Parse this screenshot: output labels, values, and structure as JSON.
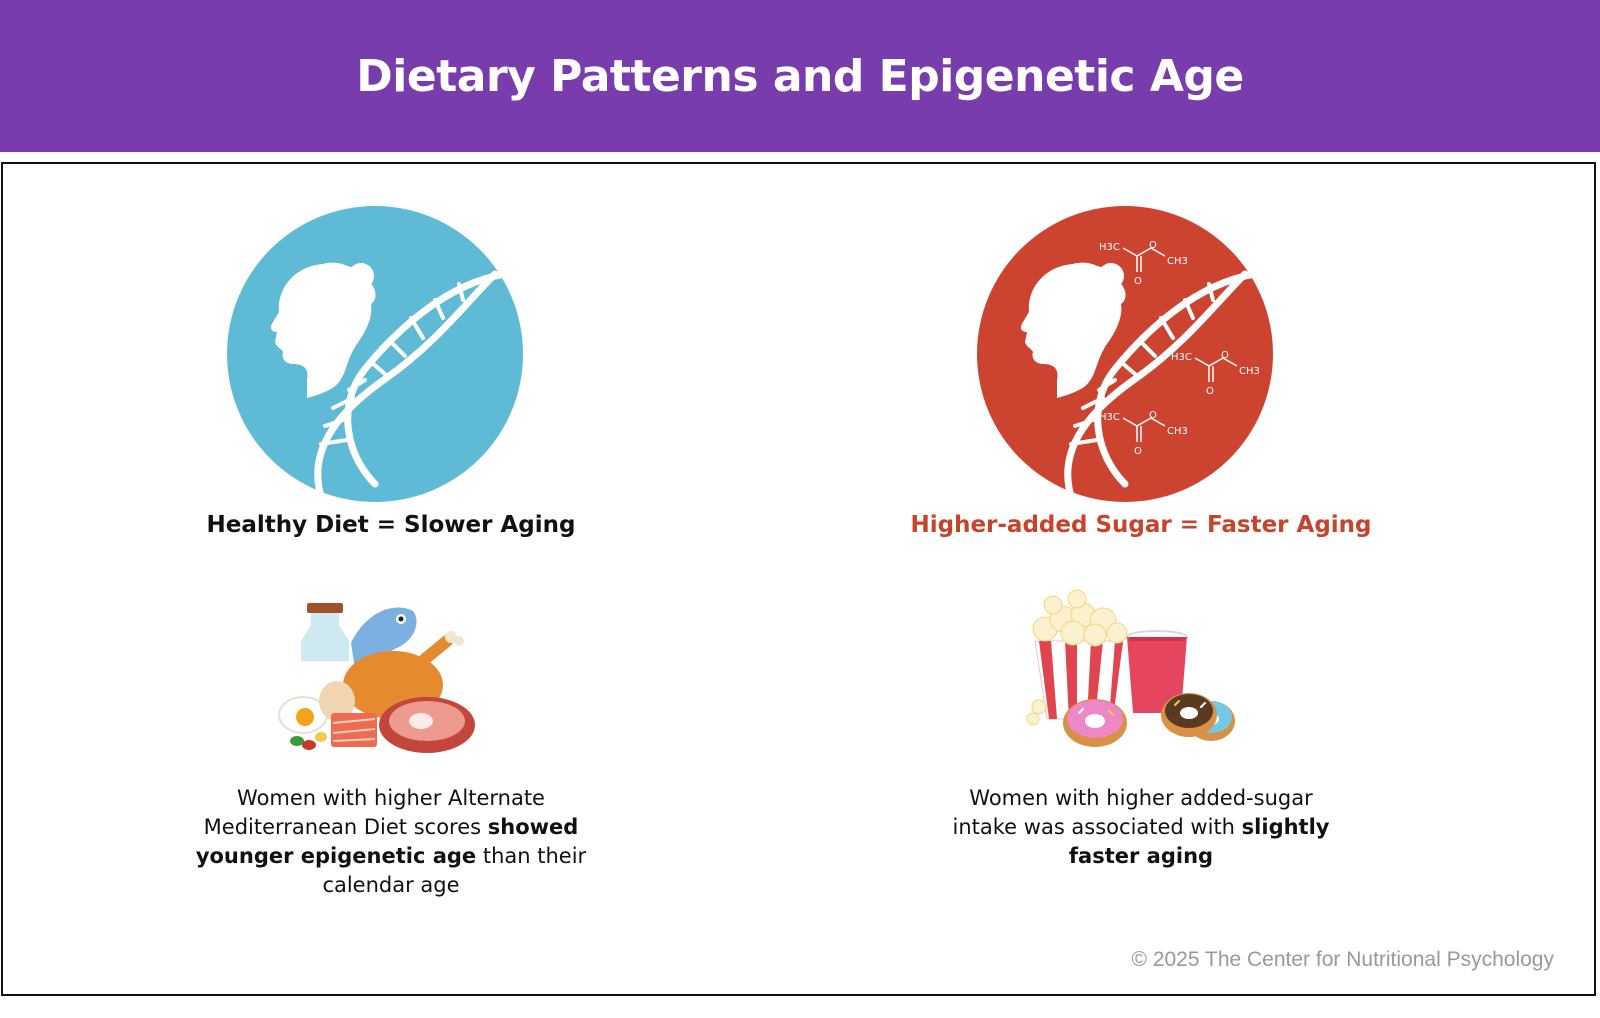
{
  "header": {
    "title": "Dietary Patterns and Epigenetic Age"
  },
  "left_panel": {
    "title": "Healthy Diet = Slower Aging",
    "caption_part1": "Women with higher Alternate Mediterranean Diet scores ",
    "caption_bold": "showed younger epigenetic age",
    "caption_part2": " than their calendar age",
    "circle_color": "#5fbbd5",
    "icon": "woman-dna-icon",
    "food_icon": "healthy-food-icon"
  },
  "right_panel": {
    "title": "Higher-added Sugar = Faster Aging",
    "caption_part1": "Women with higher added-sugar intake was associated with ",
    "caption_bold": "slightly faster aging",
    "circle_color": "#cc4430",
    "title_color": "#c8432c",
    "icon": "woman-dna-methyl-icon",
    "food_icon": "sugary-food-icon",
    "molecule_labels": {
      "h3c": "H3C",
      "o": "O",
      "ch3": "CH3"
    }
  },
  "footer": {
    "copyright": "© 2025 The Center for Nutritional Psychology"
  },
  "colors": {
    "header_bg": "#783cad",
    "copyright": "#999999"
  }
}
